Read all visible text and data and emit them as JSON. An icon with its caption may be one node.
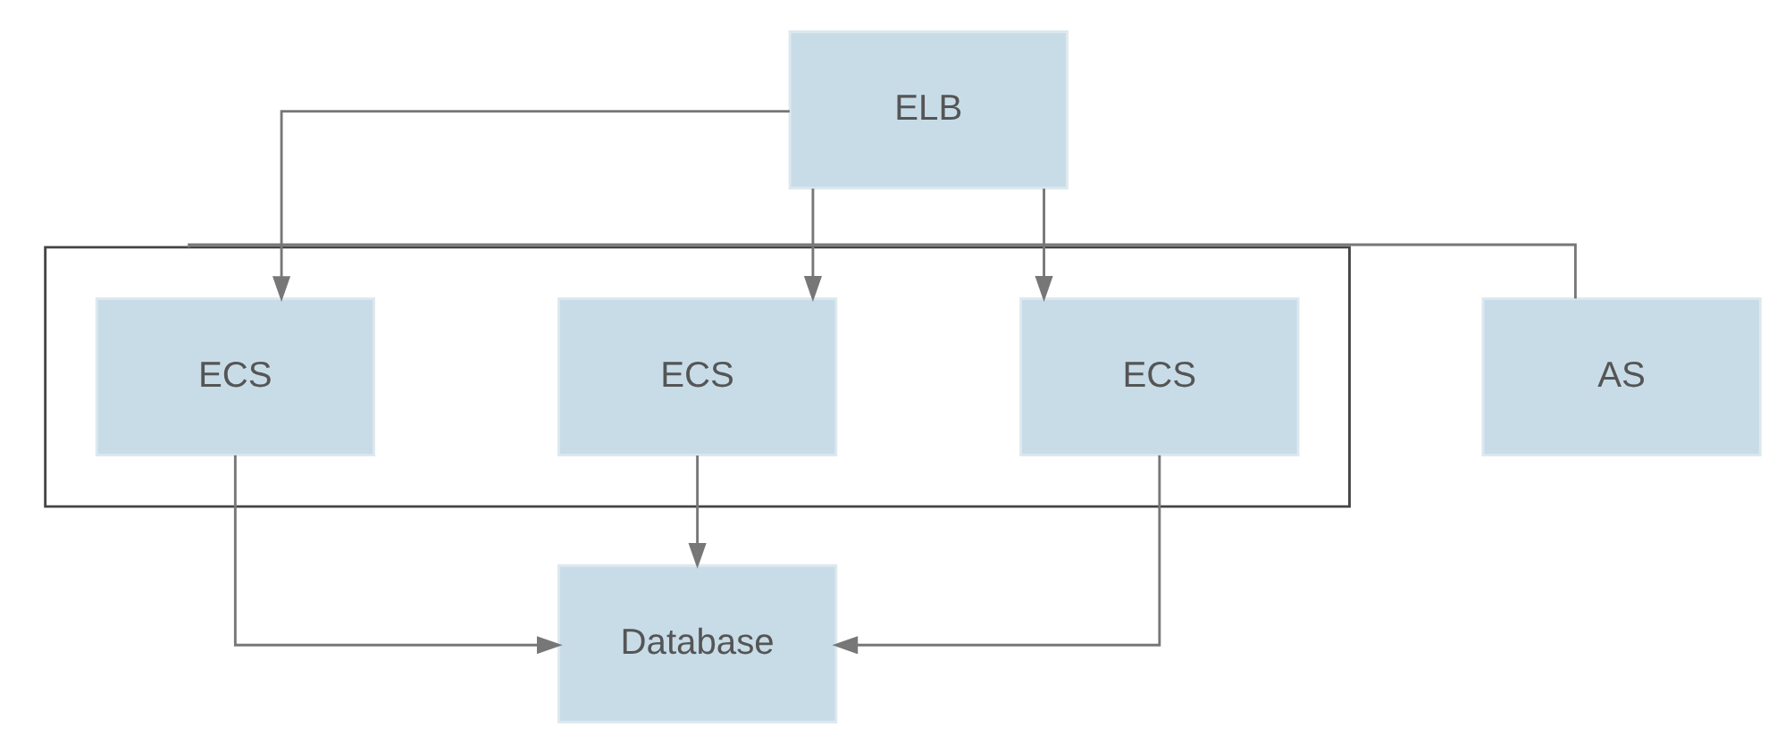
{
  "diagram": {
    "nodes": [
      {
        "text": [
          "ELB"
        ]
      },
      {
        "text": [],
        "shape": "box"
      },
      {
        "text": [
          "ECS"
        ],
        "in": 1
      },
      {
        "text": [
          "ECS"
        ],
        "in": 1
      },
      {
        "text": [
          "ECS"
        ],
        "in": 1
      },
      {
        "text": [
          "AS"
        ]
      },
      {
        "text": [
          "Database"
        ]
      }
    ],
    "edges": [
      {
        "from": 0,
        "to": 2,
        "arrow": "to"
      },
      {
        "from": 0,
        "to": 3,
        "arrow": "to"
      },
      {
        "from": 0,
        "to": 4,
        "arrow": "to"
      },
      {
        "from": 1,
        "to": 5,
        "arrow": "none"
      },
      {
        "from": 2,
        "to": 6,
        "arrow": "to"
      },
      {
        "from": 3,
        "to": 6,
        "arrow": "to"
      },
      {
        "from": 4,
        "to": 6,
        "arrow": "to"
      }
    ]
  }
}
